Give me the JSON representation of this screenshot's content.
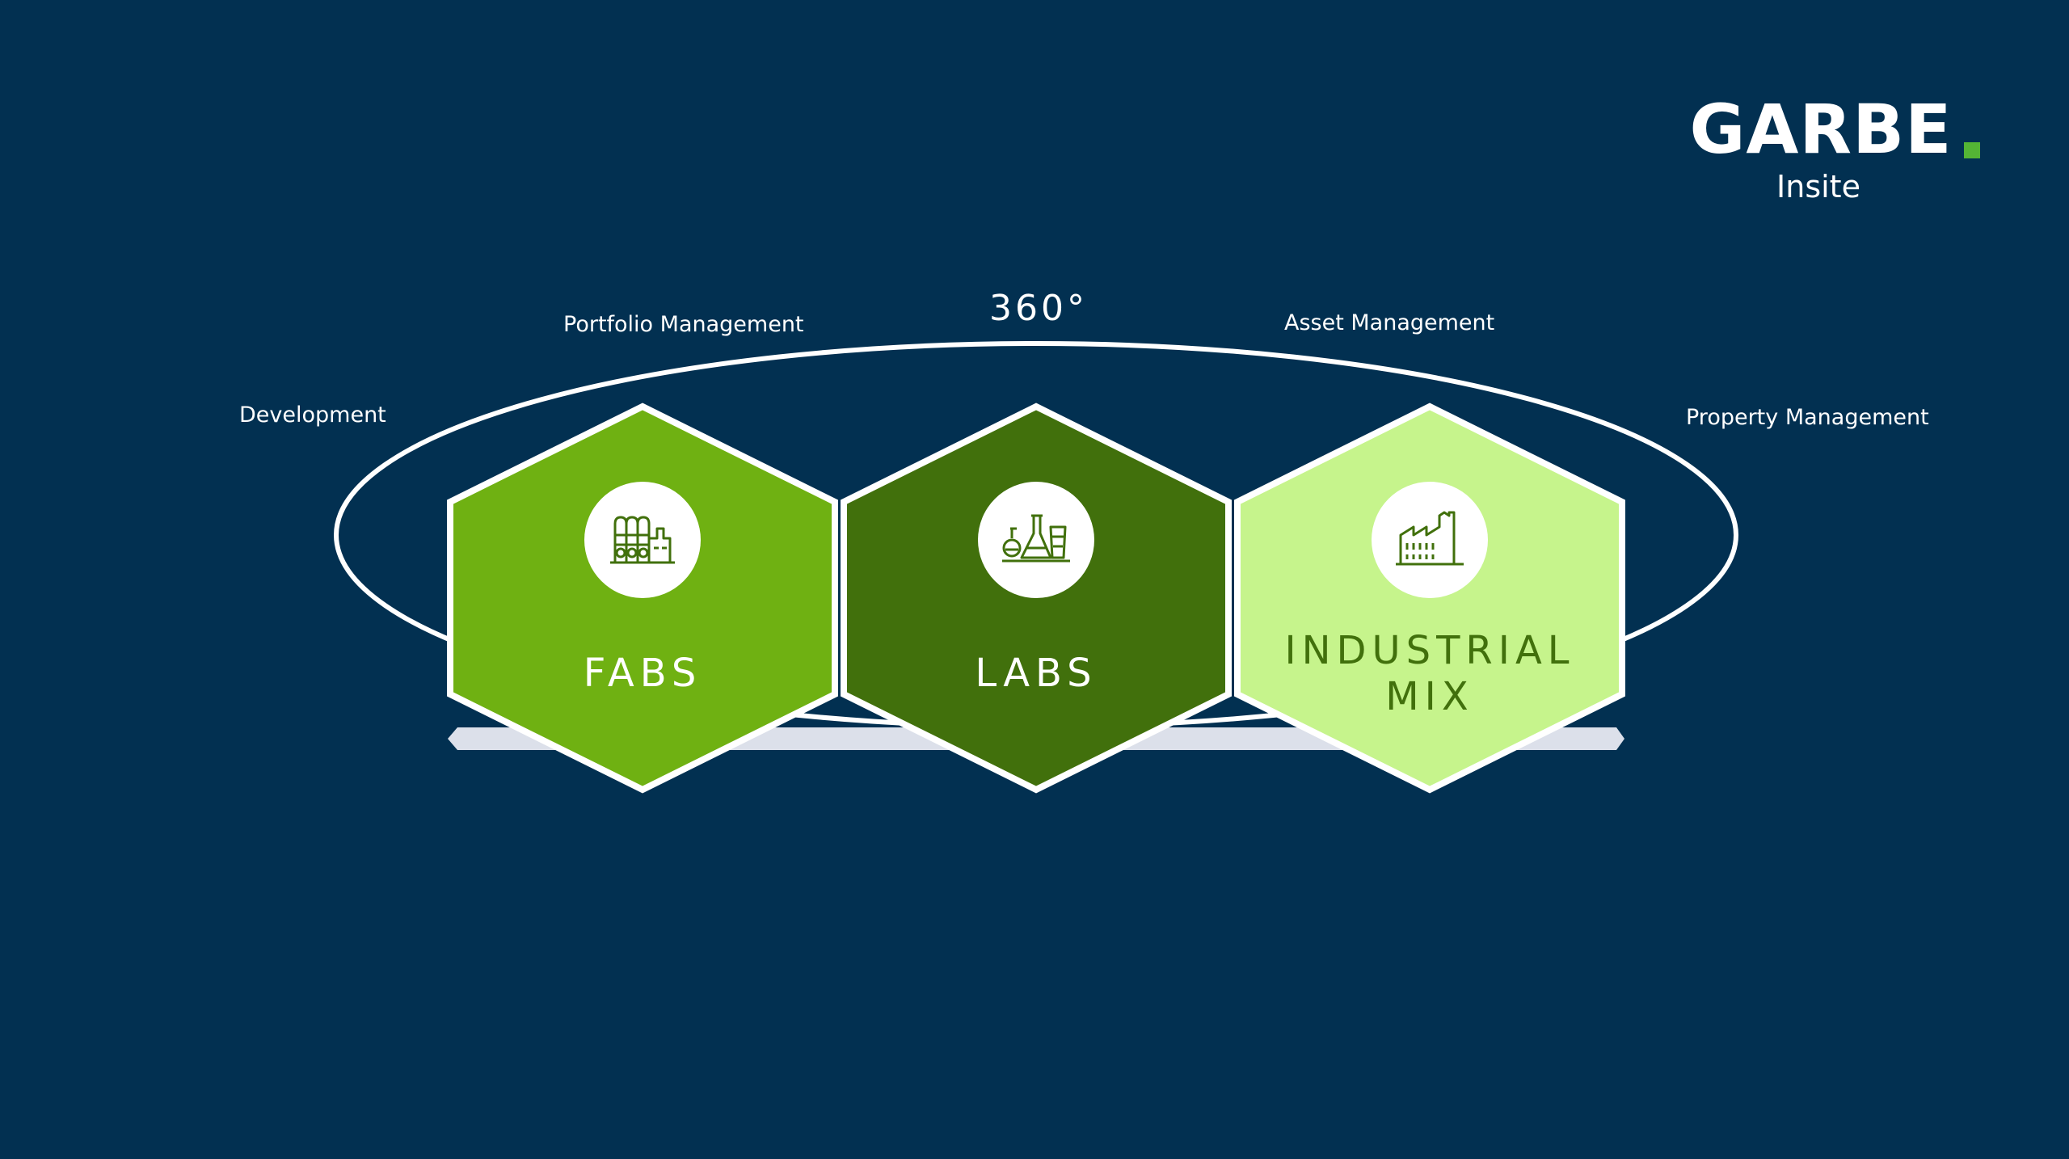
{
  "logo": {
    "wordmark": "GARBE",
    "subtitle": "Insite",
    "dot_color": "#54b435"
  },
  "ring": {
    "label": "360°",
    "services": [
      "Development",
      "Portfolio Management",
      "Asset Management",
      "Property Management"
    ]
  },
  "segments": [
    {
      "label_lines": [
        "FABS"
      ],
      "icon": "factory-fabs-icon",
      "color": "#6fb112",
      "text_color": "#ffffff"
    },
    {
      "label_lines": [
        "LABS"
      ],
      "icon": "lab-flasks-icon",
      "color": "#41700c",
      "text_color": "#ffffff"
    },
    {
      "label_lines": [
        "INDUSTRIAL",
        "MIX"
      ],
      "icon": "industrial-building-icon",
      "color": "#c6f48c",
      "text_color": "#41700c"
    }
  ],
  "colors": {
    "background": "#023051",
    "outline": "#ffffff",
    "platform": "#dce0ea",
    "icon": "#41700c"
  }
}
